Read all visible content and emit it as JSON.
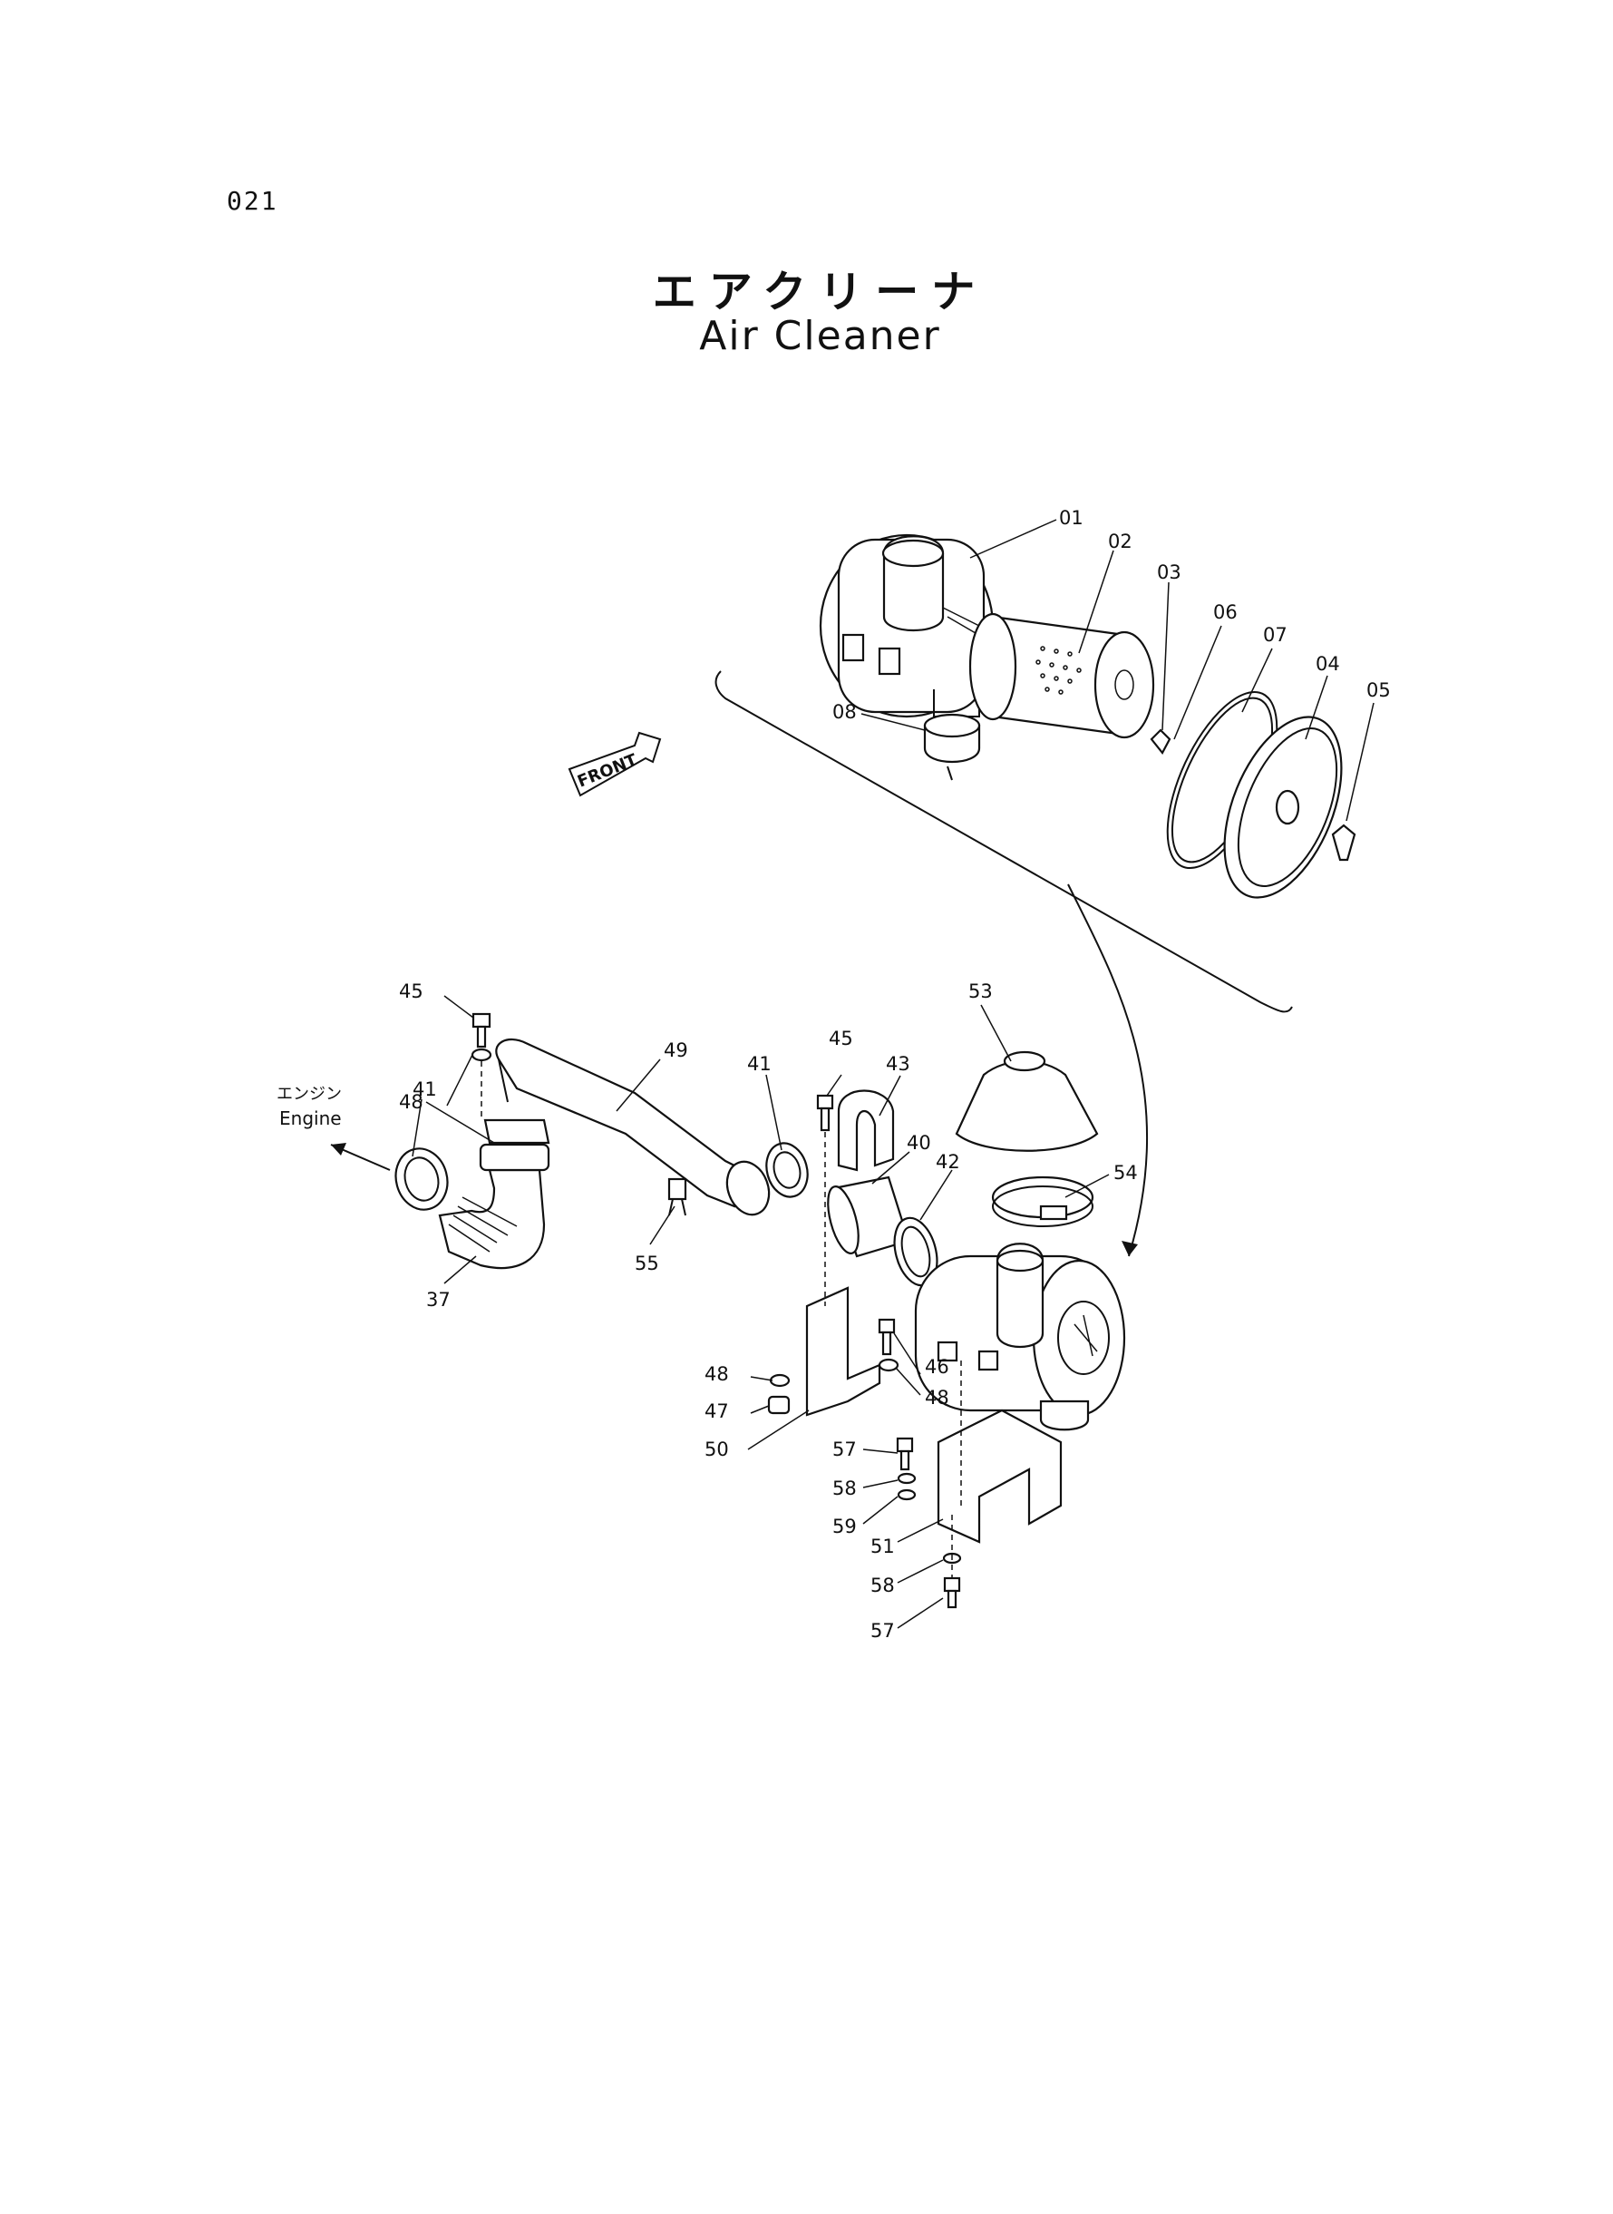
{
  "page_number": "021",
  "title_jp": "エアクリーナ",
  "title_en": "Air Cleaner",
  "front_label": "FRONT",
  "engine_label_jp": "エンジン",
  "engine_label_en": "Engine",
  "callouts": [
    "01",
    "02",
    "03",
    "06",
    "07",
    "04",
    "05",
    "08",
    "53",
    "45",
    "49",
    "41",
    "43",
    "40",
    "42",
    "54",
    "45",
    "48",
    "41",
    "55",
    "37",
    "48",
    "47",
    "50",
    "46",
    "48",
    "57",
    "58",
    "59",
    "51",
    "58",
    "57"
  ]
}
